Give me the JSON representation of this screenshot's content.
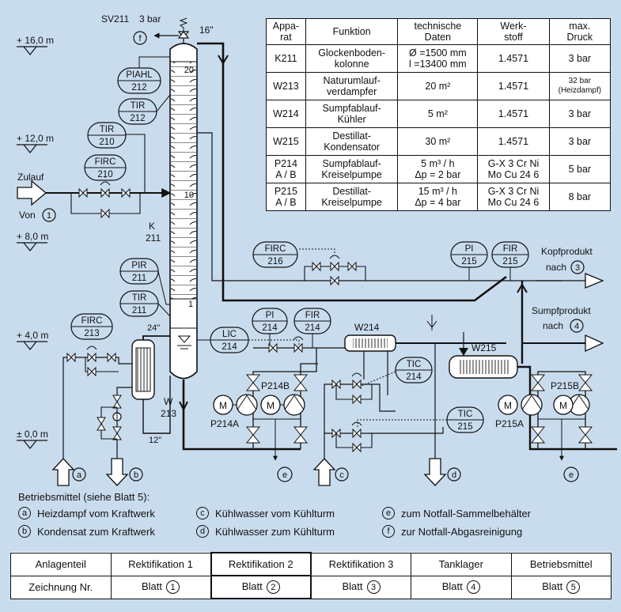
{
  "levels": [
    "+ 16,0 m",
    "+ 12,0 m",
    "+ 8,0 m",
    "+ 4,0 m",
    "± 0,0 m"
  ],
  "instruments": {
    "firc210": [
      "FIRC",
      "210"
    ],
    "tir210": [
      "TIR",
      "210"
    ],
    "piahl212": [
      "PIAHL",
      "212"
    ],
    "tir212": [
      "TIR",
      "212"
    ],
    "pir211": [
      "PIR",
      "211"
    ],
    "tir211": [
      "TIR",
      "211"
    ],
    "firc213": [
      "FIRC",
      "213"
    ],
    "lic214": [
      "LIC",
      "214"
    ],
    "pi214": [
      "PI",
      "214"
    ],
    "fir214": [
      "FIR",
      "214"
    ],
    "tic214": [
      "TIC",
      "214"
    ],
    "tic215": [
      "TIC",
      "215"
    ],
    "firc216": [
      "FIRC",
      "216"
    ],
    "pi215": [
      "PI",
      "215"
    ],
    "fir215": [
      "FIR",
      "215"
    ]
  },
  "labels": {
    "sv211": "SV211",
    "bar3": "3 bar",
    "inch16": "16\"",
    "inch24": "24\"",
    "inch12": "12\"",
    "zulauf": "Zulauf",
    "von": "Von",
    "tray20": "20",
    "tray10": "10",
    "tray1": "1",
    "k": "K",
    "k211": "211",
    "w": "W",
    "w213": "213",
    "w214": "W214",
    "w215": "W215",
    "p214a": "P214A",
    "p214b": "P214B",
    "p215a": "P215A",
    "p215b": "P215B",
    "motor": "M",
    "kopfprodukt": "Kopfprodukt",
    "sumpfprodukt": "Sumpfprodukt",
    "nach": "nach"
  },
  "markers": {
    "a": "a",
    "b": "b",
    "c": "c",
    "d": "d",
    "e": "e",
    "f": "f",
    "one": "1",
    "three": "3",
    "four": "4"
  },
  "table": {
    "headers": [
      [
        "Appa-",
        "rat"
      ],
      [
        "Funktion"
      ],
      [
        "technische",
        "Daten"
      ],
      [
        "Werk-",
        "stoff"
      ],
      [
        "max.",
        "Druck"
      ]
    ],
    "rows": [
      [
        [
          "K211"
        ],
        [
          "Glockenboden-",
          "kolonne"
        ],
        [
          "Ø =1500 mm",
          "l =13400 mm"
        ],
        [
          "1.4571"
        ],
        [
          "3 bar"
        ]
      ],
      [
        [
          "W213"
        ],
        [
          "Naturumlauf-",
          "verdampfer"
        ],
        [
          "20 m²"
        ],
        [
          "1.4571"
        ],
        [
          "32 bar",
          "(Heizdampf)"
        ]
      ],
      [
        [
          "W214"
        ],
        [
          "Sumpfablauf-",
          "Kühler"
        ],
        [
          "5 m²"
        ],
        [
          "1.4571"
        ],
        [
          "3 bar"
        ]
      ],
      [
        [
          "W215"
        ],
        [
          "Destillat-",
          "Kondensator"
        ],
        [
          "30 m²"
        ],
        [
          "1.4571"
        ],
        [
          "3 bar"
        ]
      ],
      [
        [
          "P214",
          "A / B"
        ],
        [
          "Sumpfablauf-",
          "Kreiselpumpe"
        ],
        [
          "5 m³ / h",
          "Δp = 2 bar"
        ],
        [
          "G-X 3 Cr Ni",
          "Mo Cu 24 6"
        ],
        [
          "5 bar"
        ]
      ],
      [
        [
          "P215",
          "A / B"
        ],
        [
          "Destillat-",
          "Kreiselpumpe"
        ],
        [
          "15 m³ / h",
          "Δp = 4 bar"
        ],
        [
          "G-X 3 Cr Ni",
          "Mo Cu 24 6"
        ],
        [
          "8 bar"
        ]
      ]
    ]
  },
  "legend": {
    "title": "Betriebsmittel (siehe Blatt 5):",
    "items": [
      {
        "key": "a",
        "text": "Heizdampf vom Kraftwerk"
      },
      {
        "key": "b",
        "text": "Kondensat zum Kraftwerk"
      },
      {
        "key": "c",
        "text": "Kühlwasser vom Kühlturm"
      },
      {
        "key": "d",
        "text": "Kühlwasser zum Kühlturm"
      },
      {
        "key": "e",
        "text": "zum Notfall-Sammelbehälter"
      },
      {
        "key": "f",
        "text": "zur Notfall-Abgasreinigung"
      }
    ]
  },
  "footer": {
    "row1_label": "Anlagenteil",
    "row2_label": "Zeichnung Nr.",
    "parts": [
      "Rektifikation 1",
      "Rektifikation 2",
      "Rektifikation 3",
      "Tanklager",
      "Betriebsmittel"
    ],
    "sheet_word": "Blatt",
    "sheets": [
      "1",
      "2",
      "3",
      "4",
      "5"
    ]
  }
}
